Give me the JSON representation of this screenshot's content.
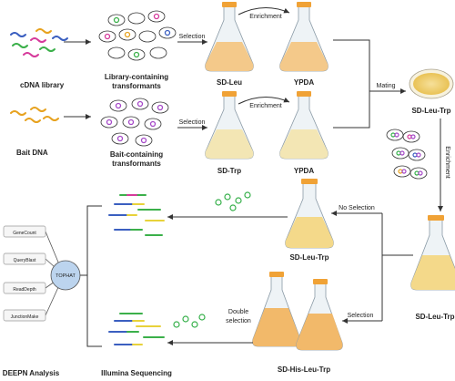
{
  "colors": {
    "flask_orange": "#f2b96a",
    "flask_yellow": "#f4d98a",
    "flask_pale": "#f3e6b4",
    "plate_yellow": "#f3d97a",
    "node_blue": "#bcd4ee",
    "arrow": "#333333",
    "dna_blue": "#3b5fc0",
    "dna_green": "#3bb04a",
    "dna_pink": "#d63a9b",
    "dna_orange": "#e7a21f",
    "cell_ring_green": "#36b04a",
    "cell_ring_purple": "#a548c8"
  },
  "labels": {
    "cdna_library": "cDNA library",
    "library_transformants_l1": "Library-containing",
    "library_transformants_l2": "transformants",
    "bait_dna": "Bait DNA",
    "bait_transformants_l1": "Bait-containing",
    "bait_transformants_l2": "transformants",
    "sd_leu": "SD-Leu",
    "ypda_top": "YPDA",
    "sd_trp": "SD-Trp",
    "ypda_bottom": "YPDA",
    "sd_leu_trp_plate": "SD-Leu-Trp",
    "sd_leu_trp_right": "SD-Leu-Trp",
    "sd_leu_trp_mid": "SD-Leu-Trp",
    "sd_his_leu_trp": "SD-His-Leu-Trp",
    "deepn": "DEEPN Analysis",
    "illumina": "Illumina Sequencing"
  },
  "arrows": {
    "selection_top": "Selection",
    "enrichment_top": "Enrichment",
    "selection_bottom": "Selection",
    "enrichment_bottom": "Enrichment",
    "mating": "Mating",
    "enrichment_right": "Enrichment",
    "no_selection": "No Selection",
    "selection_right": "Selection",
    "double_selection_l1": "Double",
    "double_selection_l2": "selection"
  },
  "deepn": {
    "center": "TOPHAT",
    "items": [
      "GeneCount",
      "QueryBlast",
      "ReadDepth",
      "JunctionMake"
    ]
  }
}
